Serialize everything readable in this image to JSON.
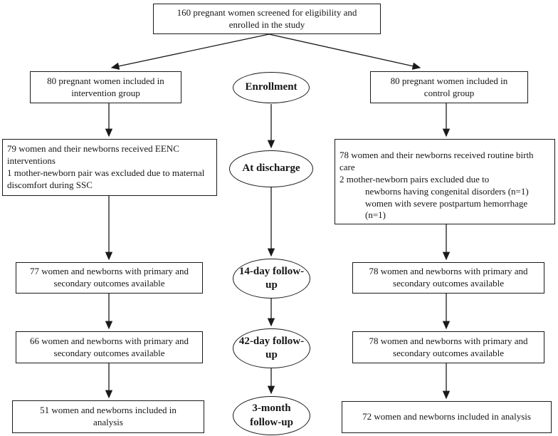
{
  "diagram": {
    "title_box": {
      "text": "160 pregnant women screened for eligibility and enrolled in the study"
    },
    "center_column": [
      {
        "label": "Enrollment"
      },
      {
        "label": "At discharge"
      },
      {
        "label": "14-day follow-up"
      },
      {
        "label": "42-day follow-up"
      },
      {
        "label": "3-month follow-up"
      }
    ],
    "left_column": [
      {
        "text": "80 pregnant women included in intervention group"
      },
      {
        "lines": [
          "79 women and their newborns received EENC interventions",
          "1 mother-newborn pair was excluded due to maternal discomfort during SSC"
        ]
      },
      {
        "text": "77 women and newborns with primary and secondary outcomes available"
      },
      {
        "text": "66 women and newborns with primary and secondary outcomes available"
      },
      {
        "text": "51 women and newborns included in analysis"
      }
    ],
    "right_column": [
      {
        "text": "80 pregnant women included in control group"
      },
      {
        "lines": [
          "78 women and their newborns received routine birth care",
          "2 mother-newborn pairs excluded due to",
          "newborns having congenital disorders (n=1)",
          "women with severe postpartum hemorrhage (n=1)"
        ]
      },
      {
        "text": "78 women and newborns with primary and secondary outcomes available"
      },
      {
        "text": "78 women and newborns with primary and secondary outcomes available"
      },
      {
        "text": "72 women and newborns included in analysis"
      }
    ],
    "colors": {
      "line": "#1a1a1a",
      "background": "#ffffff",
      "text": "#161616"
    }
  }
}
